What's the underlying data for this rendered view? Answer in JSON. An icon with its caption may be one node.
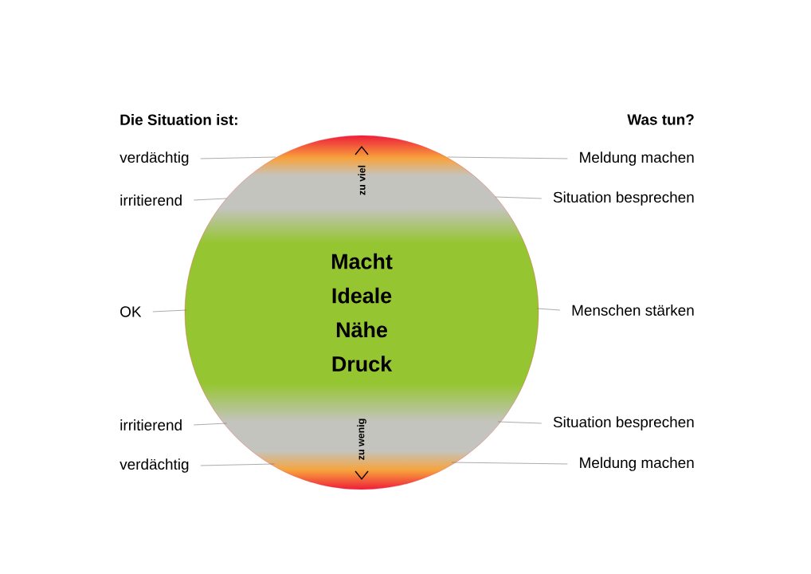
{
  "diagram": {
    "nodes": [
      {
        "text": [
          "Macht",
          "Ideale",
          "Nähe",
          "Druck"
        ]
      },
      {
        "text": [
          "verdächtig"
        ]
      },
      {
        "text": [
          "Meldung machen"
        ]
      },
      {
        "text": [
          "irritierend"
        ]
      },
      {
        "text": [
          "Situation besprechen"
        ]
      },
      {
        "text": [
          "OK"
        ]
      },
      {
        "text": [
          "Menschen stärken"
        ]
      },
      {
        "text": [
          "irritierend"
        ]
      },
      {
        "text": [
          "Situation besprechen"
        ]
      },
      {
        "text": [
          "verdächtig"
        ]
      },
      {
        "text": [
          "Meldung machen"
        ]
      }
    ],
    "edges": [
      {
        "from": 1,
        "to": 0,
        "arrow": "none"
      },
      {
        "from": 2,
        "to": 0,
        "arrow": "none"
      },
      {
        "from": 3,
        "to": 0,
        "arrow": "none"
      },
      {
        "from": 4,
        "to": 0,
        "arrow": "none"
      },
      {
        "from": 5,
        "to": 0,
        "arrow": "none"
      },
      {
        "from": 6,
        "to": 0,
        "arrow": "none"
      },
      {
        "from": 7,
        "to": 0,
        "arrow": "none"
      },
      {
        "from": 8,
        "to": 0,
        "arrow": "none"
      },
      {
        "from": 9,
        "to": 0,
        "arrow": "none"
      },
      {
        "from": 10,
        "to": 0,
        "arrow": "none"
      }
    ],
    "labels": [
      "Die Situation ist:",
      "Was tun?",
      "zu viel",
      "zu wenig"
    ]
  }
}
